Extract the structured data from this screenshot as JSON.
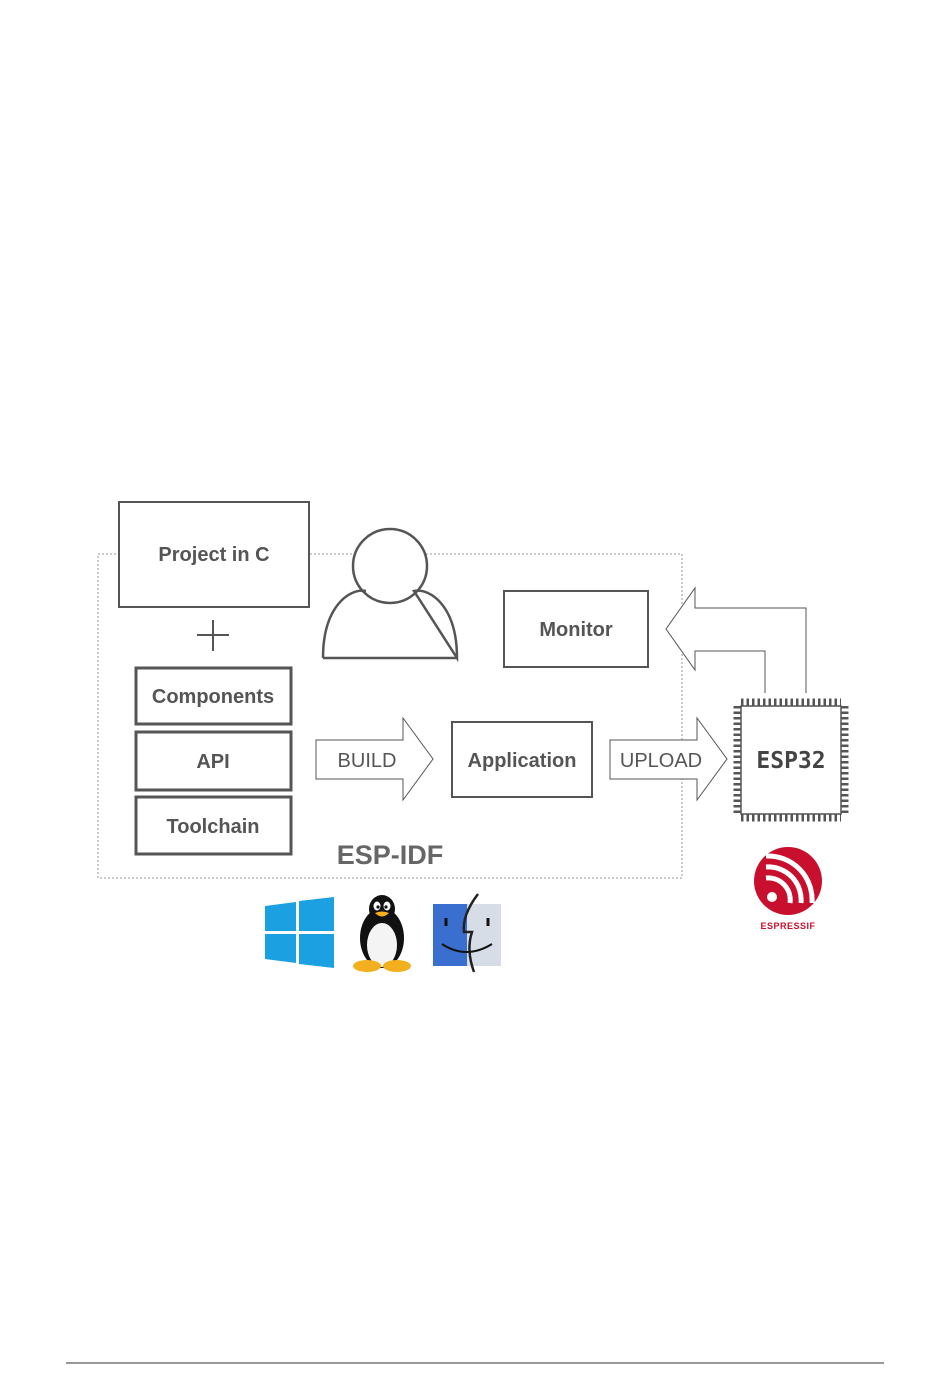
{
  "diagram": {
    "project_label": "Project in C",
    "plus_sign": "+",
    "components_label": "Components",
    "api_label": "API",
    "toolchain_label": "Toolchain",
    "build_label": "BUILD",
    "application_label": "Application",
    "upload_label": "UPLOAD",
    "chip_label": "ESP32",
    "monitor_label": "Monitor",
    "framework_label": "ESP-IDF",
    "brand_label": "ESPRESSIF",
    "icons": [
      "user-icon",
      "windows-icon",
      "linux-tux-icon",
      "macos-finder-icon",
      "espressif-logo-icon"
    ]
  },
  "colors": {
    "box_stroke": "#555555",
    "text": "#555555",
    "windows_blue": "#1ba1e2",
    "espressif_red": "#c8102e"
  }
}
